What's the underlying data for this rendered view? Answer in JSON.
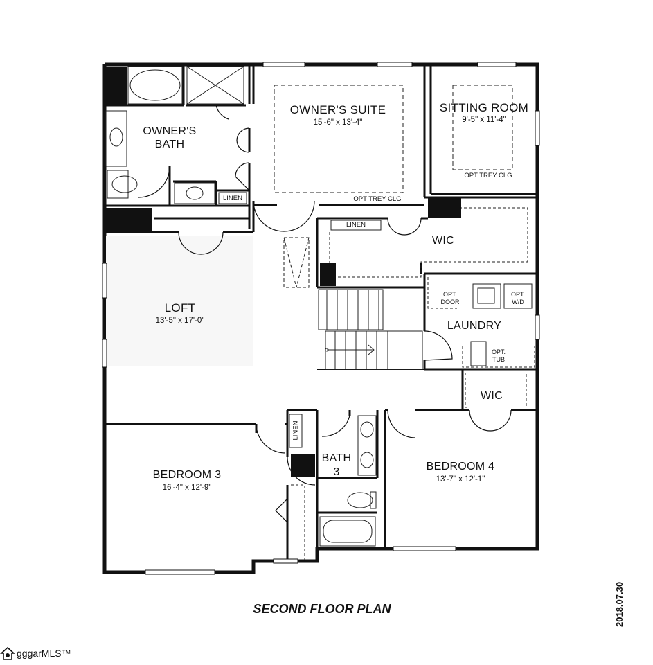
{
  "plan_title": "SECOND FLOOR PLAN",
  "date_stamp": "2018.07.30",
  "watermark": "gggarMLS™",
  "rooms": {
    "owners_bath": "OWNER'S\nBATH",
    "owners_suite": {
      "name": "OWNER'S SUITE",
      "dims": "15'-6\" x 13'-4\"",
      "note": "OPT TREY CLG"
    },
    "sitting_room": {
      "name": "SITTING ROOM",
      "dims": "9'-5\" x 11'-4\"",
      "note": "OPT TREY CLG"
    },
    "linen_bath": "LINEN",
    "linen_wic": "LINEN",
    "linen_hall": "LINEN",
    "wic_owner": "WIC",
    "loft": {
      "name": "LOFT",
      "dims": "13'-5\" x 17'-0\""
    },
    "laundry": "LAUNDRY",
    "opt_door": "OPT.\nDOOR",
    "opt_wd": "OPT.\nW/D",
    "opt_tub": "OPT.\nTUB",
    "wic_bed4": "WIC",
    "bath3": "BATH\n3",
    "bedroom3": {
      "name": "BEDROOM 3",
      "dims": "16'-4\" x 12'-9\""
    },
    "bedroom4": {
      "name": "BEDROOM 4",
      "dims": "13'-7\" x 12'-1\""
    }
  },
  "colors": {
    "wall": "#111111",
    "line": "#222222",
    "background": "#ffffff"
  }
}
